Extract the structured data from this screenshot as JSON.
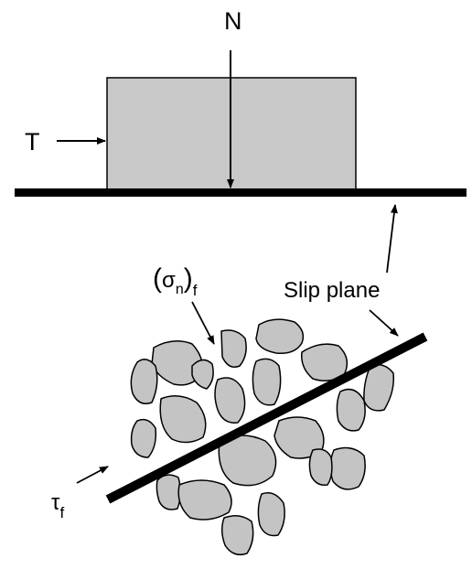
{
  "labels": {
    "normal_force": "N",
    "tangential_force": "T",
    "slip_plane": "Slip plane",
    "normal_stress": {
      "open": "(",
      "symbol": "σ",
      "inner_sub": "n",
      "close": ")",
      "sub": "f"
    },
    "shear_stress": {
      "symbol": "τ",
      "sub": "f"
    }
  },
  "colors": {
    "block_fill": "#c8c8c8",
    "particle_fill": "#c4c4c4",
    "line": "#000000",
    "background": "#ffffff"
  }
}
